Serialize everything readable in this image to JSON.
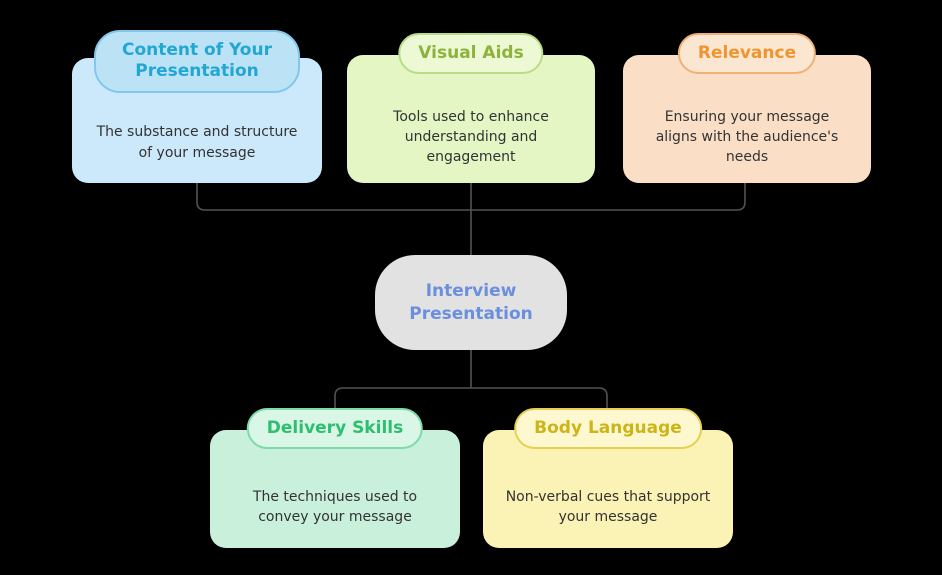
{
  "canvas": {
    "background": "#000000",
    "connector_color": "#525252",
    "body_text_color": "#333333"
  },
  "center_node": {
    "title": "Interview Presentation",
    "fill": "#e2e2e2",
    "title_color": "#6b8fde"
  },
  "branch_nodes": [
    {
      "name": "content-of-your-presentation",
      "title": "Content of Your Presentation",
      "description": "The substance and structure of your message",
      "card_fill": "#cbe9fa",
      "badge_fill": "#bce2f6",
      "badge_border": "#82c7ea",
      "title_color": "#22a7d3"
    },
    {
      "name": "visual-aids",
      "title": "Visual Aids",
      "description": "Tools used to enhance understanding and engagement",
      "card_fill": "#e3f6c4",
      "badge_fill": "#ecf9d4",
      "badge_border": "#b8dc88",
      "title_color": "#8db33c"
    },
    {
      "name": "relevance",
      "title": "Relevance",
      "description": "Ensuring your message aligns with the audience's needs",
      "card_fill": "#fadfc6",
      "badge_fill": "#fbe6d2",
      "badge_border": "#f0b078",
      "title_color": "#ef9530"
    },
    {
      "name": "delivery-skills",
      "title": "Delivery Skills",
      "description": "The techniques used to convey your message",
      "card_fill": "#c9f0da",
      "badge_fill": "#d9f6e7",
      "badge_border": "#7edaa8",
      "title_color": "#2fbe70"
    },
    {
      "name": "body-language",
      "title": "Body Language",
      "description": "Non-verbal cues that support your message",
      "card_fill": "#fbf2b5",
      "badge_fill": "#fdf8cf",
      "badge_border": "#e6d052",
      "title_color": "#cdb418"
    }
  ]
}
